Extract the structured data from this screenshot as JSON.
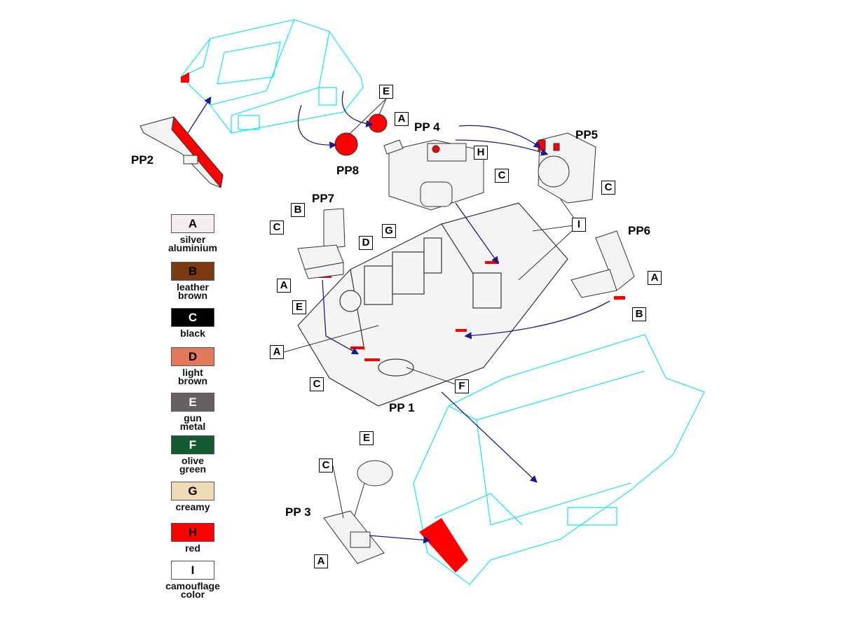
{
  "part_labels": {
    "pp1": "PP 1",
    "pp2": "PP2",
    "pp3": "PP 3",
    "pp4": "PP 4",
    "pp5": "PP5",
    "pp6": "PP6",
    "pp7": "PP7",
    "pp8": "PP8"
  },
  "callouts": {
    "pp8_e": "E",
    "pp4_a": "A",
    "pp4_h": "H",
    "pp4_c": "C",
    "pp5_c": "C",
    "pp1_i": "I",
    "pp7_b": "B",
    "pp7_c": "C",
    "pp7_a": "A",
    "pp1_g": "G",
    "pp1_d": "D",
    "pp1_e": "E",
    "pp6_a": "A",
    "pp6_b": "B",
    "pp1_a": "A",
    "pp1_c": "C",
    "pp1_f": "F",
    "pp3_e": "E",
    "pp3_c": "C",
    "pp3_a": "A"
  },
  "legend": [
    {
      "letter": "A",
      "name1": "silver",
      "name2": "aluminium",
      "color": "#f5eeee",
      "text": "#000"
    },
    {
      "letter": "B",
      "name1": "leather",
      "name2": "brown",
      "color": "#7b3a10",
      "text": "#000"
    },
    {
      "letter": "C",
      "name1": "black",
      "name2": "",
      "color": "#000000",
      "text": "#fff"
    },
    {
      "letter": "D",
      "name1": "light",
      "name2": "brown",
      "color": "#e07a5a",
      "text": "#000"
    },
    {
      "letter": "E",
      "name1": "gun",
      "name2": "metal",
      "color": "#666062",
      "text": "#fff"
    },
    {
      "letter": "F",
      "name1": "olive",
      "name2": "green",
      "color": "#145a32",
      "text": "#fff"
    },
    {
      "letter": "G",
      "name1": "creamy",
      "name2": "",
      "color": "#f0d9b5",
      "text": "#000"
    },
    {
      "letter": "H",
      "name1": "red",
      "name2": "",
      "color": "#ff0000",
      "text": "#000"
    },
    {
      "letter": "I",
      "name1": "camouflage",
      "name2": "color",
      "color": "#ffffff",
      "text": "#000"
    }
  ],
  "colors": {
    "hull_outline": "#22e5f0",
    "arrow": "#1a1a8c",
    "part_outline": "#333333",
    "red": "#ff0000"
  }
}
